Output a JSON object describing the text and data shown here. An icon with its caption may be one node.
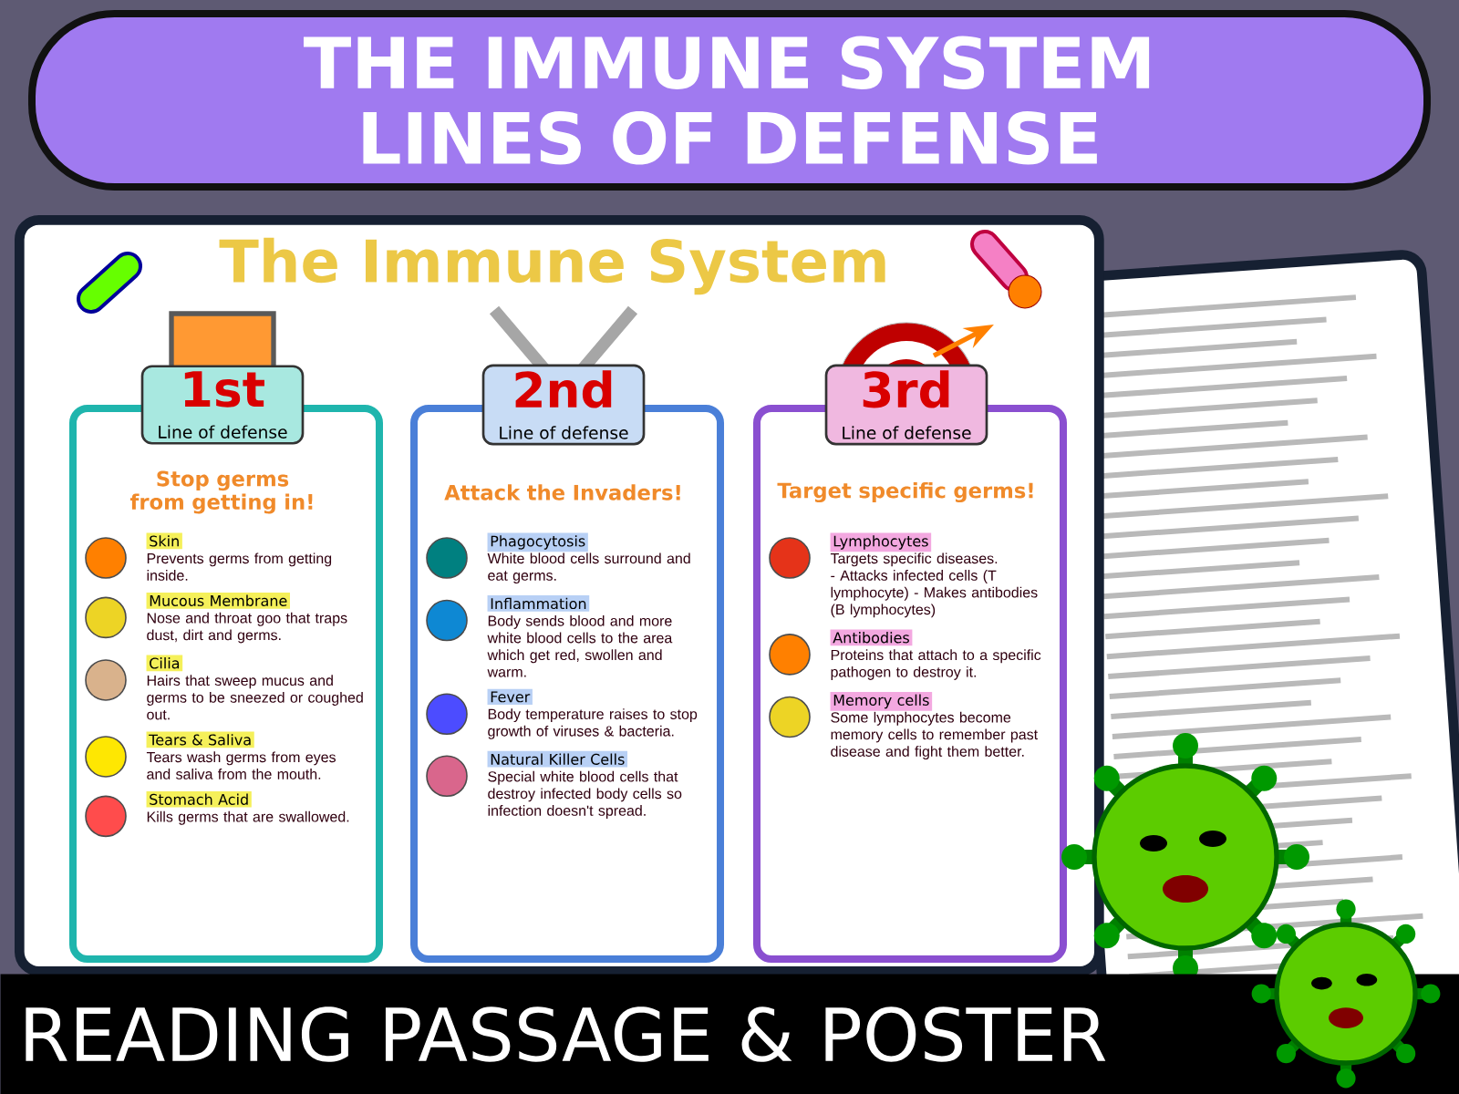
{
  "diagram": {
    "title": "THE IMMUNE SYSTEM LINES OF DEFENSE",
    "caption": "READING PASSAGE & POSTER",
    "nodes": [
      {
        "text": [
          "The Immune System"
        ]
      },
      {
        "text": [
          "1st",
          "Line of defense",
          "Stop germs from getting in!"
        ],
        "in": 0
      },
      {
        "text": [
          "Skin",
          "Prevents germs from getting inside."
        ],
        "in": 1
      },
      {
        "text": [
          "Mucous Membrane",
          "Nose and throat goo that traps dust, dirt and germs."
        ],
        "in": 1
      },
      {
        "text": [
          "Cilia",
          "Hairs that sweep mucus and germs to be sneezed or coughed out."
        ],
        "in": 1
      },
      {
        "text": [
          "Tears & Saliva",
          "Tears wash germs from eyes and saliva from the mouth."
        ],
        "in": 1
      },
      {
        "text": [
          "Stomach Acid",
          "Kills germs that are swallowed."
        ],
        "in": 1
      },
      {
        "text": [
          "2nd",
          "Line of defense",
          "Attack the Invaders!"
        ],
        "in": 0
      },
      {
        "text": [
          "Phagocytosis",
          "White blood cells surround and eat germs."
        ],
        "in": 7
      },
      {
        "text": [
          "Inflammation",
          "Body sends blood and more white blood cells to the area which get red, swollen and warm."
        ],
        "in": 7
      },
      {
        "text": [
          "Fever",
          "Body temperature raises to stop growth of viruses & bacteria."
        ],
        "in": 7
      },
      {
        "text": [
          "Natural Killer Cells",
          "Special white blood cells that destroy infected body cells so infection doesn't spread."
        ],
        "in": 7
      },
      {
        "text": [
          "3rd",
          "Line of defense",
          "Target specific germs!"
        ],
        "in": 0
      },
      {
        "text": [
          "Lymphocytes",
          "Targets specific diseases. - Attacks infected cells (T lymphocyte) - Makes antibodies (B lymphocytes)"
        ],
        "in": 12
      },
      {
        "text": [
          "Antibodies",
          "Proteins that attach to a specific pathogen to destroy it."
        ],
        "in": 12
      },
      {
        "text": [
          "Memory cells",
          "Some lymphocytes become memory cells to remember past disease and fight them better."
        ],
        "in": 12
      }
    ]
  }
}
